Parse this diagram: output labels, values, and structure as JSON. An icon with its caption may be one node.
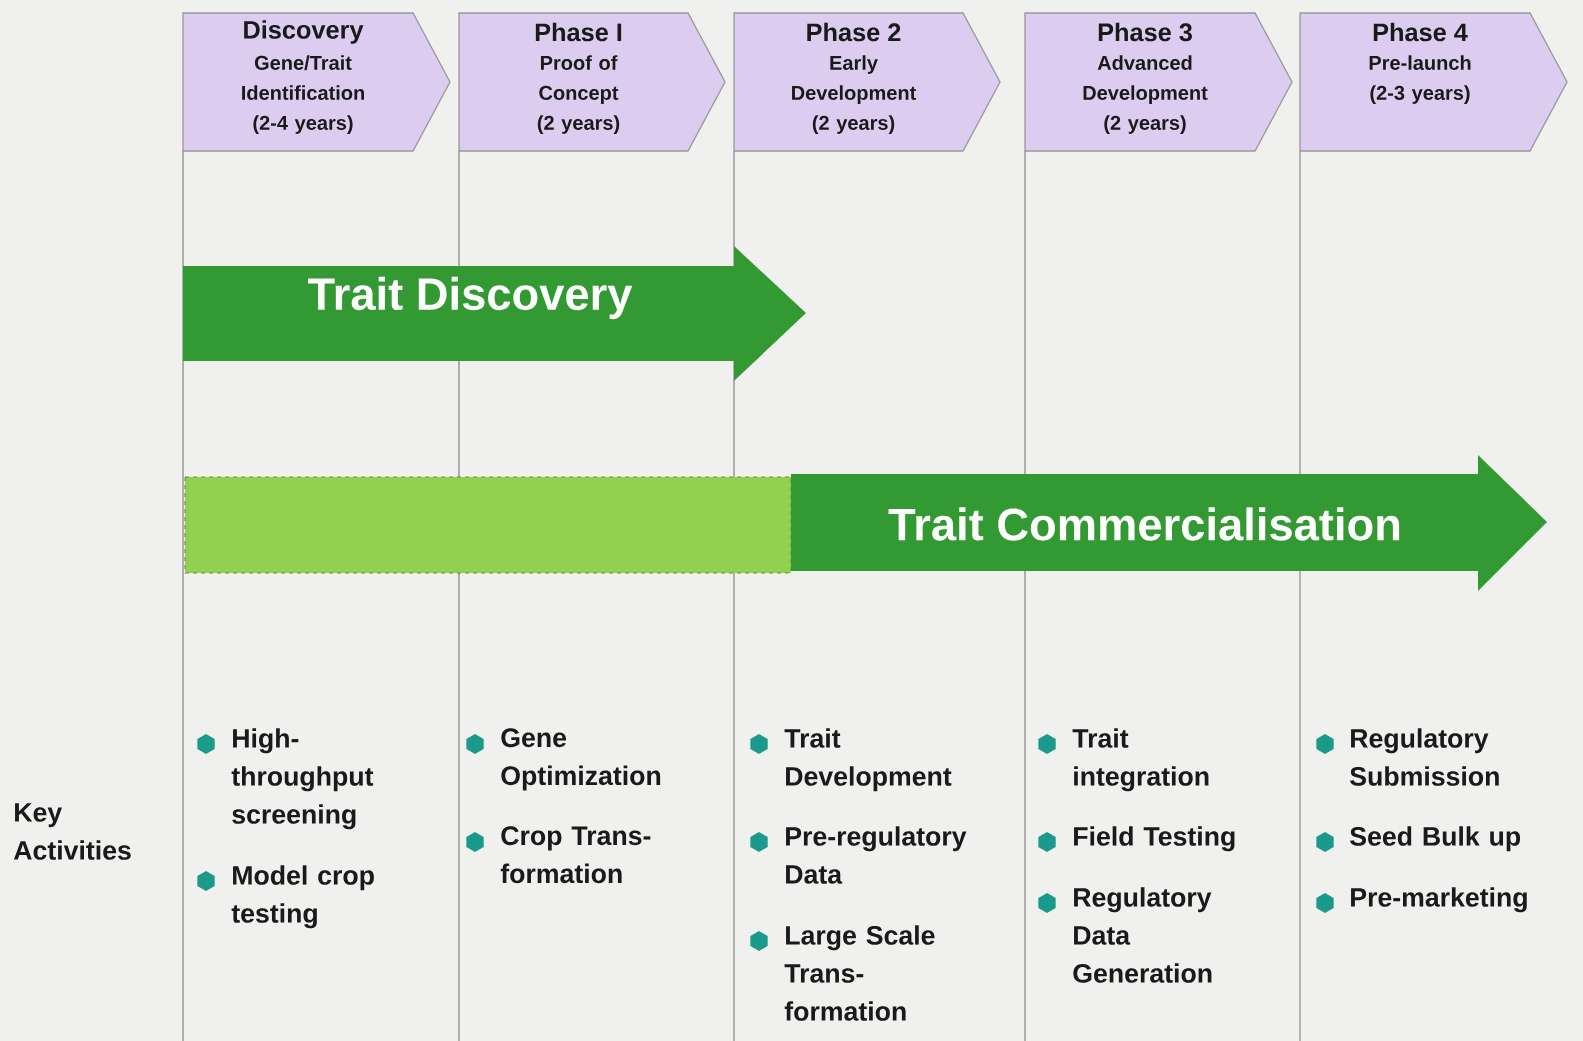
{
  "diagram": {
    "nodes": [
      {
        "text": [
          "Discovery",
          "Gene/Trait Identification",
          "(2-4 years)"
        ]
      },
      {
        "text": [
          "Phase I",
          "Proof of Concept",
          "(2 years)"
        ]
      },
      {
        "text": [
          "Phase 2",
          "Early Development",
          "(2 years)"
        ]
      },
      {
        "text": [
          "Phase 3",
          "Advanced Development",
          "(2 years)"
        ]
      },
      {
        "text": [
          "Phase 4",
          "Pre-launch",
          "(2-3 years)"
        ]
      },
      {
        "text": [
          "Trait Discovery"
        ]
      },
      {
        "text": [
          "Trait  Commercialisation"
        ]
      }
    ],
    "labels": [
      "High-throughput screening",
      "Gene Optimization",
      "Trait Development",
      "Trait integration",
      "Regulatory Submission",
      "Key Activities",
      "Crop Trans-formation",
      "Pre-regulatory Data",
      "Field Testing",
      "Seed Bulk up",
      "Model crop testing",
      "Regulatory Data Generation",
      "Pre-marketing",
      "Large Scale Trans-formation"
    ]
  }
}
